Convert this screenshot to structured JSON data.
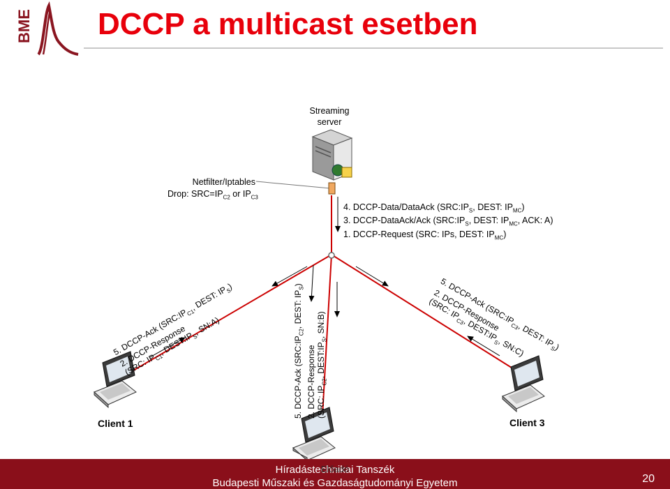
{
  "logo": {
    "text": "BME",
    "icon": "bme-logo"
  },
  "title": "DCCP a multicast esetben",
  "server": {
    "line1": "Streaming",
    "line2": "server",
    "icon": "server-icon"
  },
  "netfilter": {
    "line1": "Netfilter/Iptables",
    "line2_prefix": "Drop: SRC=IP",
    "sub1": "C2",
    "line2_mid": " or IP",
    "sub2": "C3"
  },
  "messages": {
    "m4": {
      "a": "4. DCCP-Data/DataAck (SRC:IP",
      "s1": "S",
      "b": ", DEST: IP",
      "s2": "MC",
      "c": ")"
    },
    "m3": {
      "a": "3. DCCP-DataAck/Ack (SRC:IP",
      "s1": "S",
      "b": ", DEST: IP",
      "s2": "MC",
      "c": ", ACK: A)"
    },
    "m1": {
      "a": "1. DCCP-Request (SRC: IPs, DEST: IP",
      "s1": "MC",
      "c": ")"
    }
  },
  "client1": {
    "label": "Client 1",
    "l1": {
      "a": "5. DCCP-Ack (SRC:IP",
      "s1": "C1",
      "b": ", DEST: IP",
      "s2": "S",
      "c": ")"
    },
    "l2": {
      "a": "2. DCCP-Response"
    },
    "l3": {
      "a": "(SRC: IP",
      "s1": "C1",
      "b": ", DEST:IP",
      "s2": "S",
      "c": ", SN:A)"
    }
  },
  "client2": {
    "l1": {
      "a": "5. DCCP-Ack (SRC:IP",
      "s1": "C2",
      "b": ", DEST: IP",
      "s2": "S",
      "c": ")"
    },
    "l2": {
      "a": "2. DCCP-Response"
    },
    "l3": {
      "a": "(SRC: IP",
      "s1": "C2",
      "b": ", DEST:IP",
      "s2": "S",
      "c": ", SN:B)"
    }
  },
  "client3": {
    "label": "Client 3",
    "l1": {
      "a": "5. DCCP-Ack (SRC:IP",
      "s1": "C3",
      "b": ", DEST: IP",
      "s2": "S",
      "c": ")"
    },
    "l2": {
      "a": "2. DCCP-Response"
    },
    "l3": {
      "a": "(SRC: IP",
      "s1": "C3",
      "b": ", DEST:IP",
      "s2": "S",
      "c": ", SN:C)"
    }
  },
  "footer": {
    "dept": "Híradástechnikai Tanszék",
    "overlay": "Előadó",
    "university": "Budapesti Műszaki és Gazdaságtudományi Egyetem",
    "page": "20"
  },
  "colors": {
    "title": "#e8000b",
    "footer_bg": "#8a0f1a",
    "link_red": "#cc0000"
  }
}
